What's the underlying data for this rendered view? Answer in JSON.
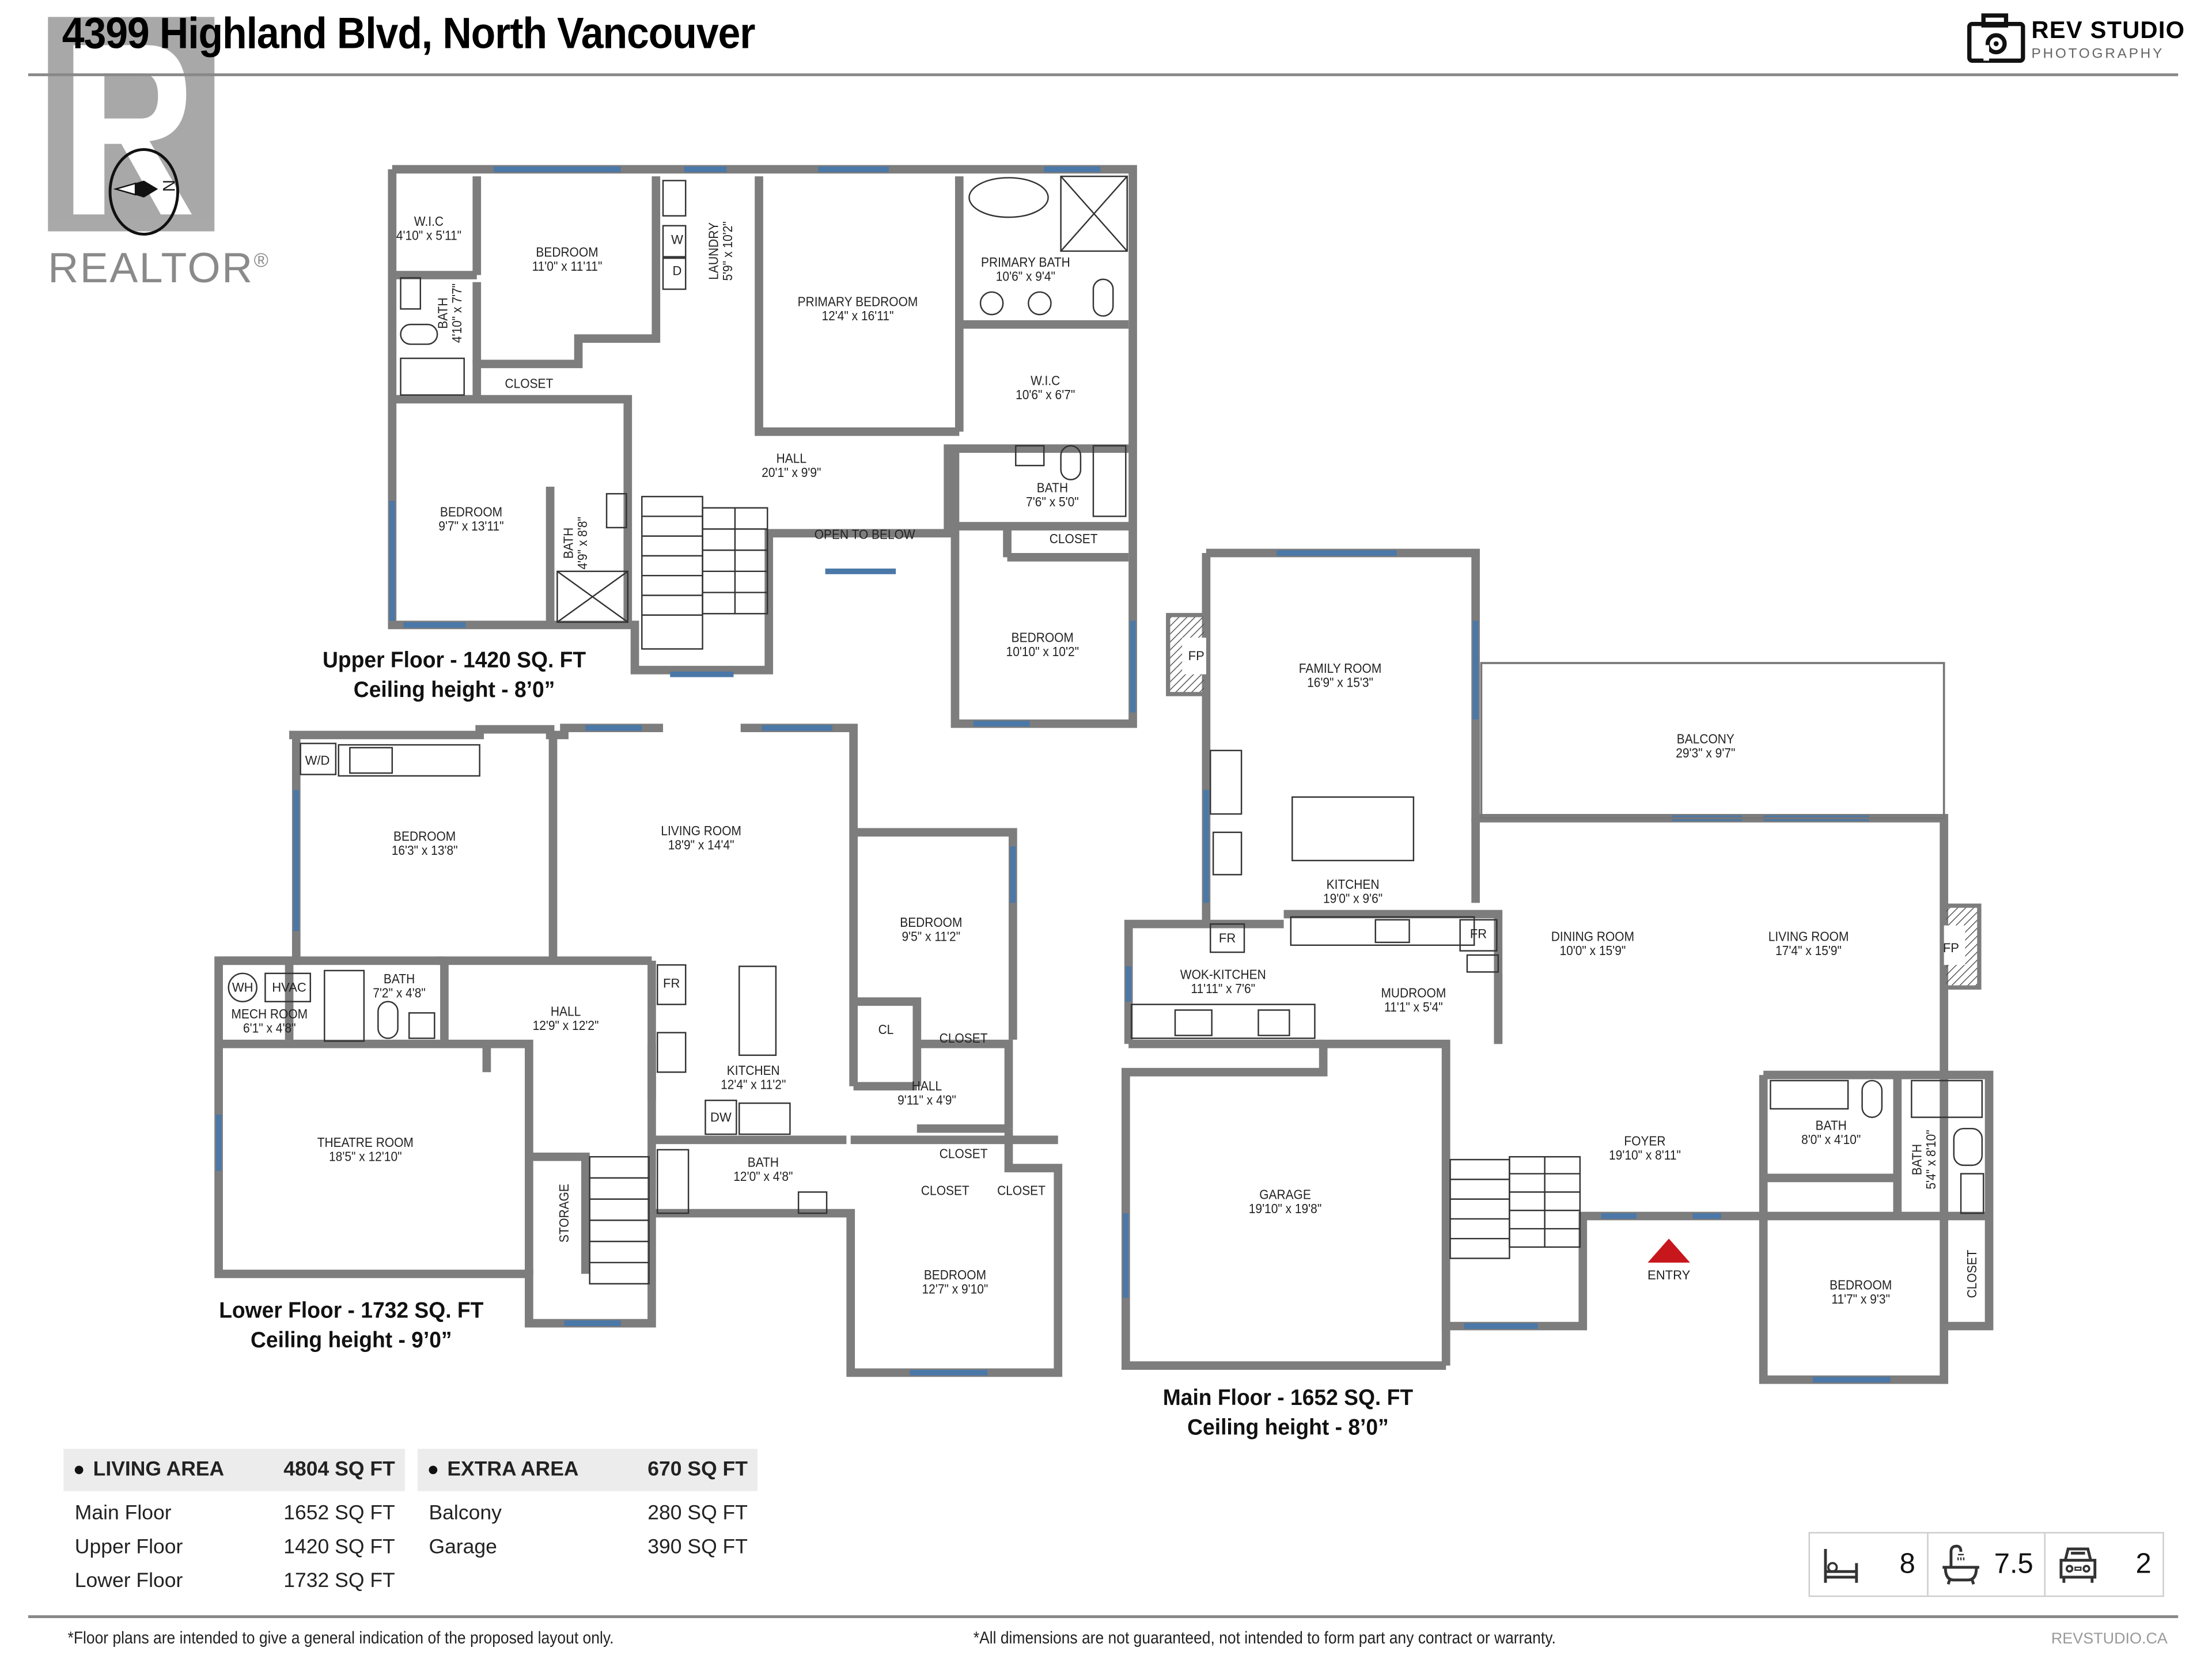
{
  "header": {
    "title": "4399 Highland Blvd, North Vancouver",
    "realtor_logo": "REALTOR",
    "realtor_mark": "®",
    "compass_letter": "N",
    "studio_logo": {
      "name": "REV STUDIO",
      "sub": "PHOTOGRAPHY",
      "icon": "camera-icon"
    }
  },
  "floors": {
    "upper": {
      "caption_line1": "Upper Floor  - 1420 SQ. FT",
      "caption_line2": "Ceiling height - 8’0”",
      "rooms": [
        {
          "name": "W.I.C",
          "dims": "4'10\" x 5'11\""
        },
        {
          "name": "BEDROOM",
          "dims": "11'0\" x 11'11\""
        },
        {
          "name": "LAUNDRY",
          "dims": "5'9\" x 10'2\""
        },
        {
          "name": "PRIMARY BEDROOM",
          "dims": "12'4\" x 16'11\""
        },
        {
          "name": "PRIMARY BATH",
          "dims": "10'6\" x 9'4\""
        },
        {
          "name": "W.I.C",
          "dims": "10'6\" x 6'7\""
        },
        {
          "name": "BATH",
          "dims": "4'10\" x 7'7\""
        },
        {
          "name": "CLOSET",
          "dims": ""
        },
        {
          "name": "HALL",
          "dims": "20'1\" x 9'9\""
        },
        {
          "name": "BEDROOM",
          "dims": "9'7\" x 13'11\""
        },
        {
          "name": "BATH",
          "dims": "4'9\" x 8'8\""
        },
        {
          "name": "OPEN TO BELOW",
          "dims": ""
        },
        {
          "name": "BATH",
          "dims": "7'6\" x 5'0\""
        },
        {
          "name": "CLOSET",
          "dims": ""
        },
        {
          "name": "BEDROOM",
          "dims": "10'10\" x 10'2\""
        }
      ],
      "fixtures": {
        "washer": "W",
        "dryer": "D"
      }
    },
    "lower": {
      "caption_line1": "Lower Floor - 1732 SQ. FT",
      "caption_line2": "Ceiling height - 9’0”",
      "rooms": [
        {
          "name": "BEDROOM",
          "dims": "16'3\" x 13'8\""
        },
        {
          "name": "LIVING ROOM",
          "dims": "18'9\" x 14'4\""
        },
        {
          "name": "BEDROOM",
          "dims": "9'5\" x 11'2\""
        },
        {
          "name": "MECH ROOM",
          "dims": "6'1\" x 4'8\""
        },
        {
          "name": "BATH",
          "dims": "7'2\" x 4'8\""
        },
        {
          "name": "HALL",
          "dims": "12'9\" x 12'2\""
        },
        {
          "name": "KITCHEN",
          "dims": "12'4\" x 11'2\""
        },
        {
          "name": "CL",
          "dims": ""
        },
        {
          "name": "CLOSET",
          "dims": ""
        },
        {
          "name": "HALL",
          "dims": "9'11\" x 4'9\""
        },
        {
          "name": "THEATRE ROOM",
          "dims": "18'5\" x 12'10\""
        },
        {
          "name": "STORAGE",
          "dims": ""
        },
        {
          "name": "BATH",
          "dims": "12'0\" x 4'8\""
        },
        {
          "name": "CLOSET",
          "dims": ""
        },
        {
          "name": "CLOSET",
          "dims": ""
        },
        {
          "name": "CLOSET",
          "dims": ""
        },
        {
          "name": "BEDROOM",
          "dims": "12'7\" x 9'10\""
        }
      ],
      "fixtures": {
        "wd": "W/D",
        "wh": "WH",
        "hvac": "HVAC",
        "fr": "FR",
        "dw": "DW"
      }
    },
    "main": {
      "caption_line1": "Main Floor - 1652 SQ. FT",
      "caption_line2": "Ceiling height - 8’0”",
      "rooms": [
        {
          "name": "FAMILY ROOM",
          "dims": "16'9\" x 15'3\""
        },
        {
          "name": "BALCONY",
          "dims": "29'3\" x 9'7\""
        },
        {
          "name": "KITCHEN",
          "dims": "19'0\" x 9'6\""
        },
        {
          "name": "WOK-KITCHEN",
          "dims": "11'11\" x 7'6\""
        },
        {
          "name": "MUDROOM",
          "dims": "11'1\" x 5'4\""
        },
        {
          "name": "DINING ROOM",
          "dims": "10'0\" x 15'9\""
        },
        {
          "name": "LIVING ROOM",
          "dims": "17'4\" x 15'9\""
        },
        {
          "name": "GARAGE",
          "dims": "19'10\" x 19'8\""
        },
        {
          "name": "FOYER",
          "dims": "19'10\" x 8'11\""
        },
        {
          "name": "BATH",
          "dims": "8'0\" x 4'10\""
        },
        {
          "name": "BATH",
          "dims": "5'4\" x 8'10\""
        },
        {
          "name": "BEDROOM",
          "dims": "11'7\" x 9'3\""
        },
        {
          "name": "CLOSET",
          "dims": ""
        }
      ],
      "fixtures": {
        "fp": "FP",
        "fr": "FR"
      },
      "entry_label": "ENTRY",
      "entry_color": "#c8161d"
    }
  },
  "areas": {
    "living": {
      "label": "LIVING AREA",
      "total": "4804 SQ FT",
      "rows": [
        {
          "label": "Main Floor",
          "value": "1652 SQ FT"
        },
        {
          "label": "Upper Floor",
          "value": "1420 SQ FT"
        },
        {
          "label": "Lower Floor",
          "value": "1732 SQ FT"
        }
      ]
    },
    "extra": {
      "label": "EXTRA AREA",
      "total": "670 SQ FT",
      "rows": [
        {
          "label": "Balcony",
          "value": "280 SQ FT"
        },
        {
          "label": "Garage",
          "value": "390 SQ FT"
        }
      ]
    }
  },
  "stats": [
    {
      "icon": "bed-icon",
      "value": "8"
    },
    {
      "icon": "bathtub-icon",
      "value": "7.5"
    },
    {
      "icon": "car-icon",
      "value": "2"
    }
  ],
  "footer": {
    "note_left": "*Floor plans are intended to give a general indication of the proposed layout only.",
    "note_right": "*All dimensions are not guaranteed, not intended to form part any contract or warranty.",
    "site": "REVSTUDIO.CA"
  },
  "colors": {
    "wall": "#7d7d7d",
    "window": "#4a78a8",
    "header_bg": "#ececec"
  }
}
